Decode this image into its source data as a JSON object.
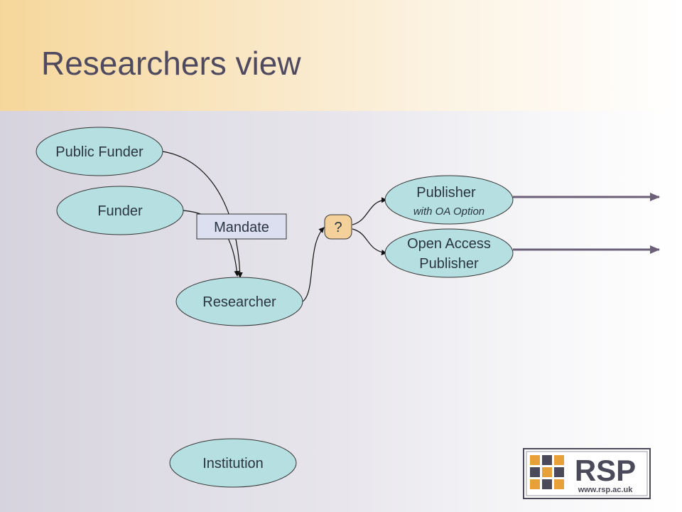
{
  "slide": {
    "title": "Researchers view"
  },
  "nodes": {
    "public_funder": "Public Funder",
    "funder": "Funder",
    "mandate": "Mandate",
    "researcher": "Researcher",
    "question": "?",
    "publisher": "Publisher",
    "publisher_sub": "with OA Option",
    "oa_publisher_line1": "Open Access",
    "oa_publisher_line2": "Publisher",
    "institution": "Institution"
  },
  "logo": {
    "name": "RSP",
    "url": "www.rsp.ac.uk"
  },
  "colors": {
    "node_fill": "#b5dfe0",
    "mandate_fill": "#dcdff0",
    "question_fill": "#f4d09a",
    "arrow": "#6b6078",
    "logo_orange": "#e8a13a",
    "logo_dark": "#4a4a5a"
  }
}
